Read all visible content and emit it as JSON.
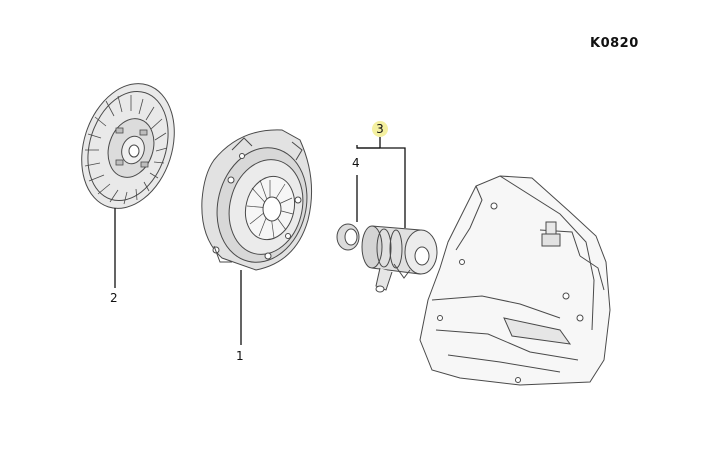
{
  "diagram": {
    "code": "K0820",
    "callouts": [
      {
        "id": "1",
        "label": "1"
      },
      {
        "id": "2",
        "label": "2"
      },
      {
        "id": "3",
        "label": "3",
        "highlight": "#f4f0a0"
      },
      {
        "id": "4",
        "label": "4"
      }
    ],
    "line_color": "#4a4a4a",
    "fill_color": "#e4e4e4"
  }
}
